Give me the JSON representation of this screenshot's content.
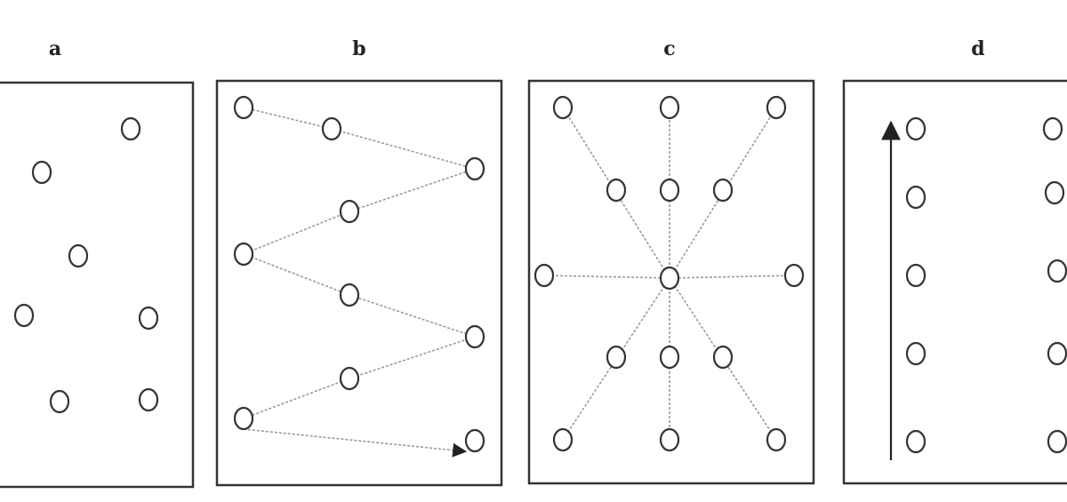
{
  "panels": [
    {
      "id": "a",
      "label": "a"
    },
    {
      "id": "b",
      "label": "b"
    },
    {
      "id": "c",
      "label": "c"
    },
    {
      "id": "d",
      "label": "d"
    }
  ],
  "colors": {
    "frame": "#333333",
    "site": "#333333",
    "path": "#9a9a9a",
    "arrow": "#222222",
    "background": "#ffffff"
  }
}
